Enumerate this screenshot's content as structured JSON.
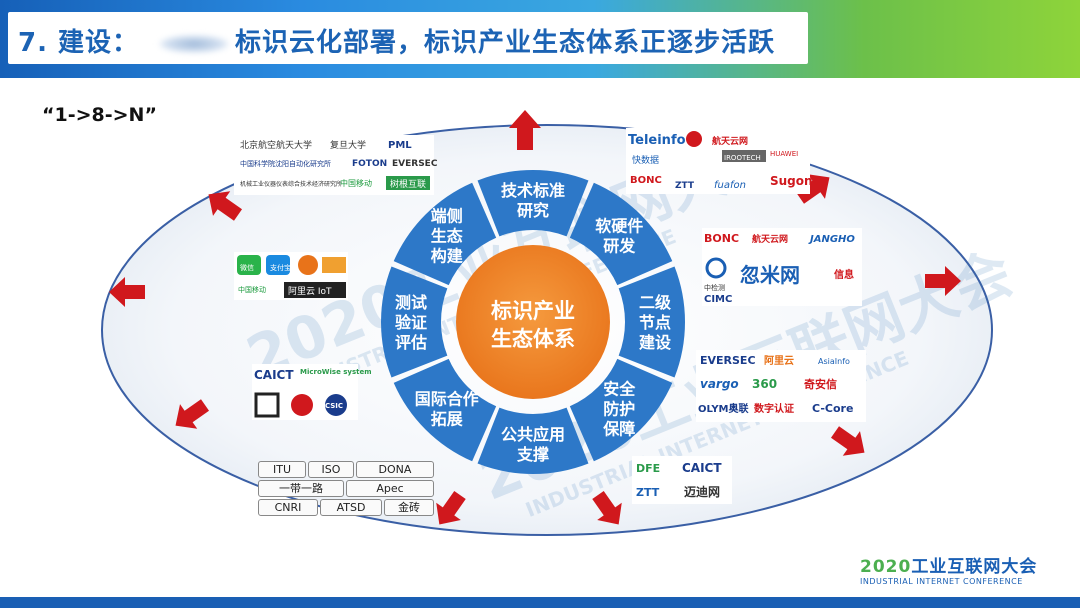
{
  "header": {
    "number": "7. 建设：",
    "title": "标识云化部署，标识产业生态体系正逐步活跃"
  },
  "subtitle": "“1->8->N”",
  "center": {
    "line1": "标识产业",
    "line2": "生态体系"
  },
  "segments": [
    {
      "line1": "技术标准",
      "line2": "研究"
    },
    {
      "line1": "软硬件",
      "line2": "研发"
    },
    {
      "line1": "二级",
      "line2": "节点",
      "line3": "建设"
    },
    {
      "line1": "安全",
      "line2": "防护",
      "line3": "保障"
    },
    {
      "line1": "公共应用",
      "line2": "支撑"
    },
    {
      "line1": "国际合作",
      "line2": "拓展"
    },
    {
      "line1": "测试",
      "line2": "验证",
      "line3": "评估"
    },
    {
      "line1": "端侧",
      "line2": "生态",
      "line3": "构建"
    }
  ],
  "logos": {
    "top_left": [
      "北京航空航天大学",
      "复旦大学",
      "PML",
      "中国科学院沈阳自动化研究所",
      "FOTON",
      "EVERSEC",
      "机械工业仪器仪表综合技术经济研究所",
      "中国移动",
      "树根互联"
    ],
    "top_right": [
      "Teleinfo",
      "航天云网",
      "HUAWEI",
      "快数据",
      "IROOTECH",
      "BONC",
      "ZTT",
      "fuafon",
      "Sugon"
    ],
    "right_upper": [
      "BONC",
      "航天云网",
      "JANGHO",
      "中检测",
      "忽米网",
      "CIMC",
      "信息"
    ],
    "right_lower": [
      "EVERSEC",
      "阿里云",
      "AsiaInfo",
      "vargo",
      "360",
      "奇安信",
      "OLYM奥联",
      "数字认证",
      "C-Core"
    ],
    "bottom_right": [
      "DFE",
      "CAICT",
      "ZTT",
      "迈迪网"
    ],
    "left_mid": [
      "微信",
      "支付宝",
      "中国移动",
      "阿里云 IoT"
    ],
    "left_lower": [
      "CAICT",
      "MicroWise system",
      "CSIC"
    ],
    "standards": [
      "ITU",
      "ISO",
      "DONA",
      "一带一路",
      "Apec",
      "CNRI",
      "ATSD",
      "金砖"
    ]
  },
  "conference": {
    "year": "2020",
    "name": "工业互联网大会",
    "en": "INDUSTRIAL INTERNET CONFERENCE"
  },
  "watermark": {
    "text": "2020工业互联网大会",
    "en": "INDUSTRIAL INTERNET CONFERENCE"
  },
  "colors": {
    "segment_blue": "#2d78c8",
    "center_orange": "#ef7d22",
    "arrow_red": "#d0181d",
    "header_blue": "#1c63b4"
  }
}
